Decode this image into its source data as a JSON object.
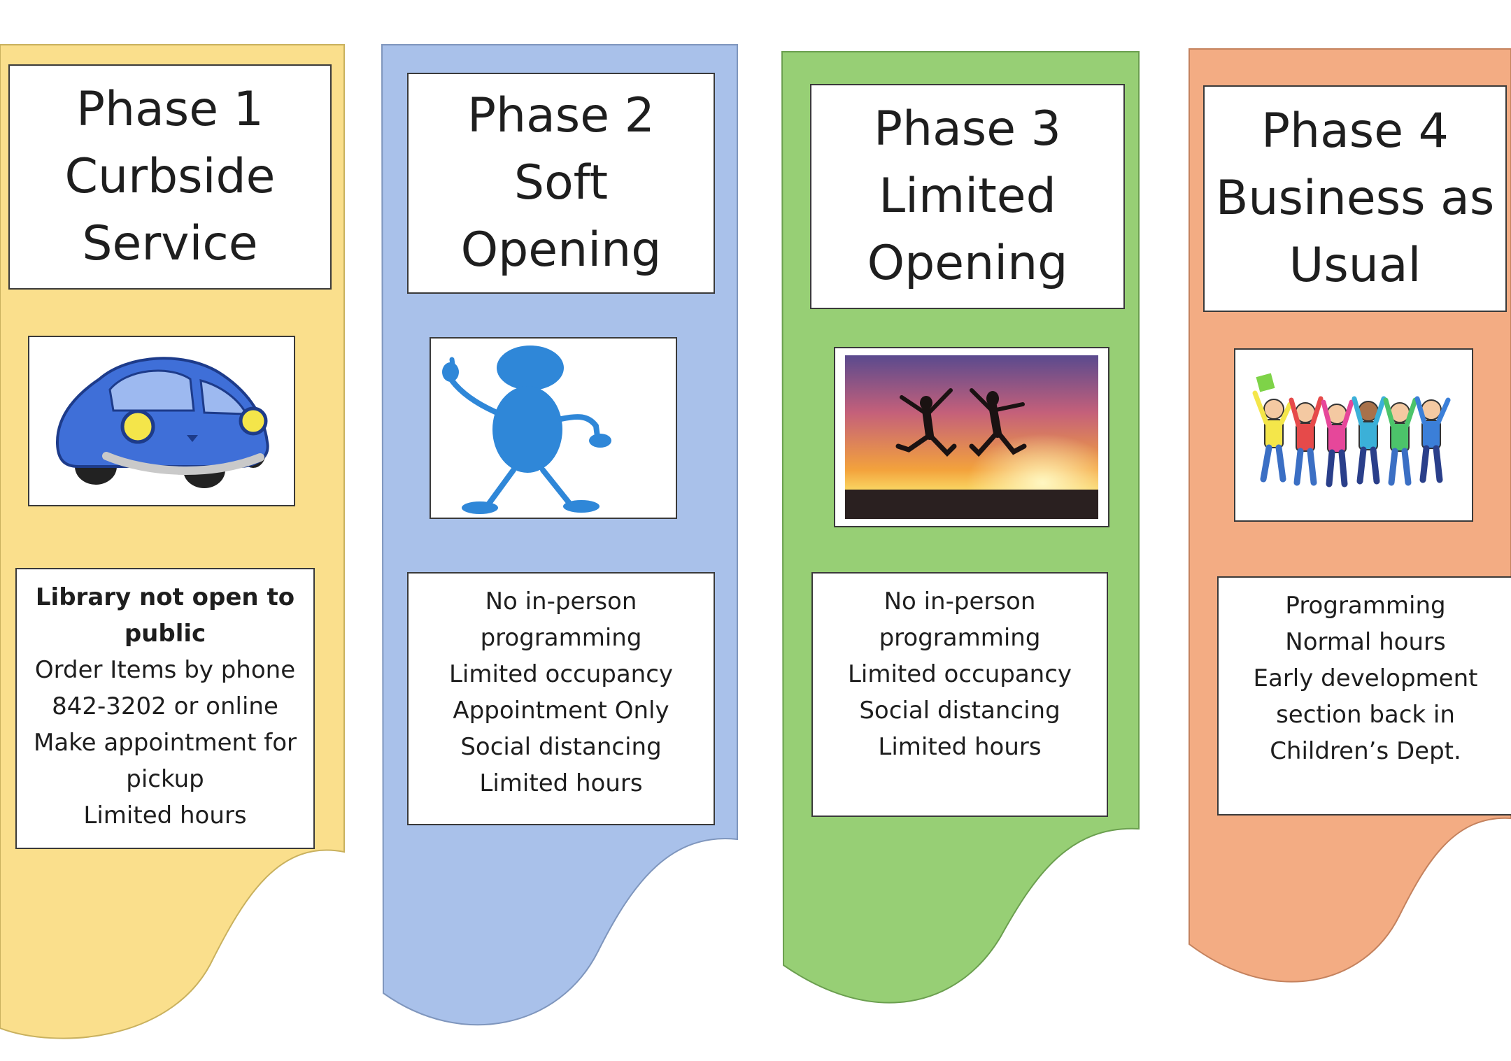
{
  "colors": {
    "phase1": "#fadf8c",
    "phase2": "#a9c1ea",
    "phase3": "#97cf75",
    "phase4": "#f3ac83"
  },
  "phases": [
    {
      "title_lines": [
        "Phase 1",
        "Curbside",
        "Service"
      ],
      "image_icon": "car-icon",
      "bold_lines": [
        "Library not open to",
        "public"
      ],
      "lines": [
        "Order Items by phone",
        "842-3202 or online",
        "Make appointment for",
        "pickup",
        "Limited hours"
      ]
    },
    {
      "title_lines": [
        "Phase 2",
        "Soft",
        "Opening"
      ],
      "image_icon": "stick-figure-icon",
      "lines": [
        "No in-person",
        "programming",
        "Limited occupancy",
        "Appointment Only",
        "Social distancing",
        "Limited hours"
      ]
    },
    {
      "title_lines": [
        "Phase 3",
        "Limited",
        "Opening"
      ],
      "image_icon": "jumping-sunset-icon",
      "lines": [
        "No in-person",
        "programming",
        "Limited occupancy",
        "Social distancing",
        "Limited hours"
      ]
    },
    {
      "title_lines": [
        "Phase 4",
        "Business as",
        "Usual"
      ],
      "image_icon": "cheering-kids-icon",
      "lines": [
        "Programming",
        "Normal hours",
        "Early development",
        "section back in",
        "Children’s Dept."
      ]
    }
  ]
}
